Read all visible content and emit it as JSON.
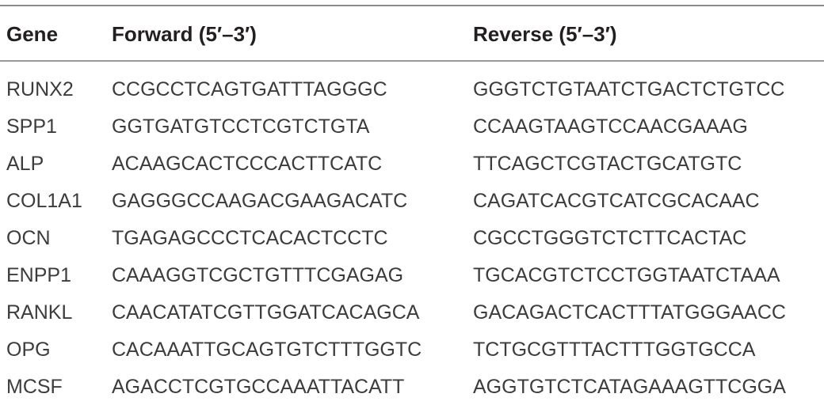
{
  "table": {
    "headers": {
      "gene": "Gene",
      "forward": "Forward (5′–3′)",
      "reverse": "Reverse (5′–3′)"
    },
    "rows": [
      {
        "gene": "RUNX2",
        "forward": "CCGCCTCAGTGATTTAGGGC",
        "reverse": "GGGTCTGTAATCTGACTCTGTCC"
      },
      {
        "gene": "SPP1",
        "forward": "GGTGATGTCCTCGTCTGTA",
        "reverse": "CCAAGTAAGTCCAACGAAAG"
      },
      {
        "gene": "ALP",
        "forward": "ACAAGCACTCCCACTTCATC",
        "reverse": "TTCAGCTCGTACTGCATGTC"
      },
      {
        "gene": "COL1A1",
        "forward": "GAGGGCCAAGACGAAGACATC",
        "reverse": "CAGATCACGTCATCGCACAAC"
      },
      {
        "gene": "OCN",
        "forward": "TGAGAGCCCTCACACTCCTC",
        "reverse": "CGCCTGGGTCTCTTCACTAC"
      },
      {
        "gene": "ENPP1",
        "forward": "CAAAGGTCGCTGTTTCGAGAG",
        "reverse": "TGCACGTCTCCTGGTAATCTAAA"
      },
      {
        "gene": "RANKL",
        "forward": "CAACATATCGTTGGATCACAGCA",
        "reverse": "GACAGACTCACTTTATGGGAACC"
      },
      {
        "gene": "OPG",
        "forward": "CACAAATTGCAGTGTCTTTGGTC",
        "reverse": "TCTGCGTTTACTTTGGTGCCA"
      },
      {
        "gene": "MCSF",
        "forward": "AGACCTCGTGCCAAATTACATT",
        "reverse": "AGGTGTCTCATAGAAAGTTCGGA"
      }
    ]
  }
}
